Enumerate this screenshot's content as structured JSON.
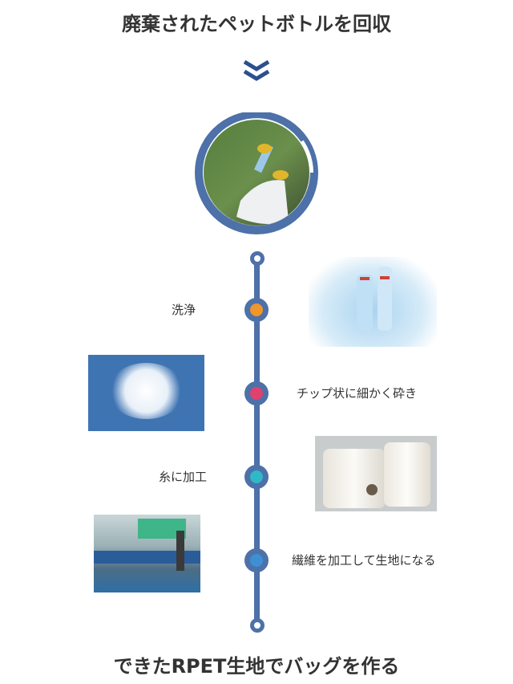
{
  "header": {
    "title": "廃棄されたペットボトルを回収"
  },
  "steps": [
    {
      "label": "洗浄",
      "color": "#f0962a",
      "image": "crushed-plastic-bottles"
    },
    {
      "label": "チップ状に細かく砕き",
      "color": "#e0416e",
      "image": "pet-chips"
    },
    {
      "label": "糸に加工",
      "color": "#2fb8c8",
      "image": "yarn-cones"
    },
    {
      "label": "繊維を加工して生地になる",
      "color": "#3e90d4",
      "image": "weaving-factory"
    }
  ],
  "footer": {
    "title": "できたRPET生地でバッグを作る"
  },
  "colors": {
    "timeline": "#4d71a8",
    "chevron": "#2c4f8f"
  }
}
